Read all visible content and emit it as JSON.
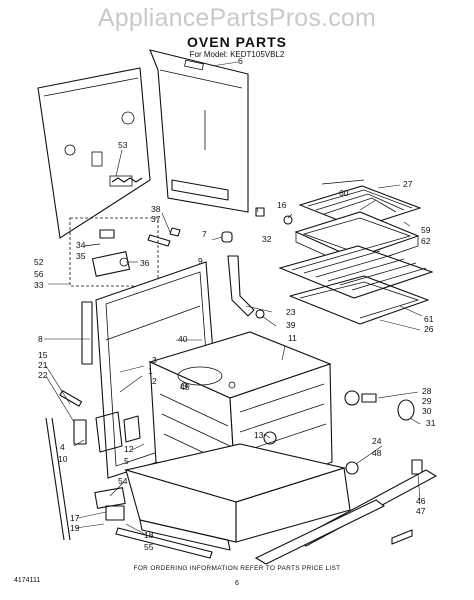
{
  "watermark": "AppliancePartsPros.com",
  "title": "OVEN PARTS",
  "model_line": "For Model: KEDT105VBL2",
  "footer": "FOR ORDERING INFORMATION REFER TO PARTS PRICE LIST",
  "doc_number": "4174111",
  "page_number": "6",
  "callouts": [
    "6",
    "53",
    "27",
    "60",
    "16",
    "32",
    "38",
    "37",
    "7",
    "9",
    "59",
    "62",
    "52",
    "56",
    "33",
    "34",
    "35",
    "36",
    "23",
    "39",
    "61",
    "26",
    "8",
    "40",
    "11",
    "15",
    "21",
    "22",
    "3",
    "1",
    "2",
    "45",
    "28",
    "29",
    "30",
    "31",
    "4",
    "10",
    "12",
    "5",
    "13",
    "24",
    "48",
    "54",
    "17",
    "19",
    "18",
    "55",
    "46",
    "47"
  ]
}
